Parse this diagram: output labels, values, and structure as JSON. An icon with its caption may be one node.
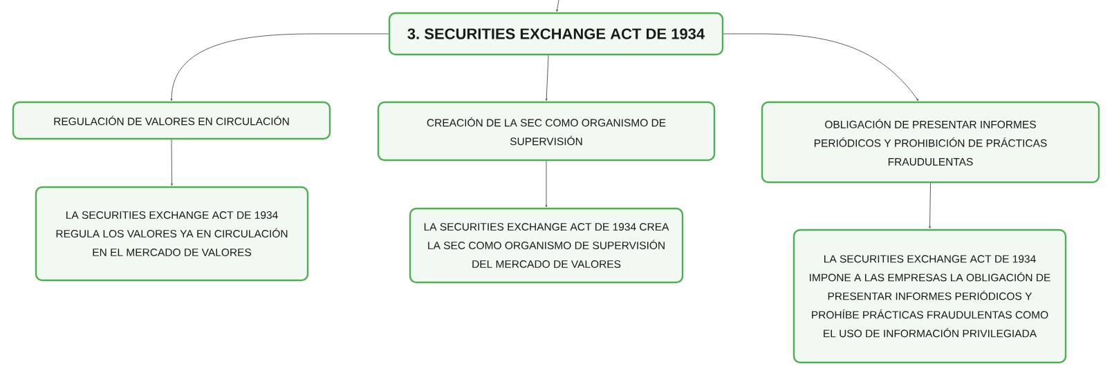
{
  "diagram": {
    "nodes": [
      {
        "text": [
          "3. SECURITIES EXCHANGE ACT DE 1934"
        ]
      },
      {
        "text": [
          "REGULACIÓN DE VALORES EN CIRCULACIÓN"
        ]
      },
      {
        "text": [
          "CREACIÓN DE LA SEC COMO ORGANISMO DE SUPERVISIÓN"
        ]
      },
      {
        "text": [
          "OBLIGACIÓN DE PRESENTAR INFORMES PERIÓDICOS Y PROHIBICIÓN DE PRÁCTICAS FRAUDULENTAS"
        ]
      },
      {
        "text": [
          "LA SECURITIES EXCHANGE ACT DE 1934 REGULA LOS VALORES YA EN CIRCULACIÓN EN EL MERCADO DE VALORES"
        ]
      },
      {
        "text": [
          "LA SECURITIES EXCHANGE ACT DE 1934 CREA LA SEC COMO ORGANISMO DE SUPERVISIÓN DEL MERCADO DE VALORES"
        ]
      },
      {
        "text": [
          "LA SECURITIES EXCHANGE ACT DE 1934 IMPONE A LAS EMPRESAS LA OBLIGACIÓN DE PRESENTAR INFORMES PERIÓDICOS Y PROHÍBE PRÁCTICAS FRAUDULENTAS COMO EL USO DE INFORMACIÓN PRIVILEGIADA"
        ]
      }
    ],
    "edges": [
      {
        "from": null,
        "to": 0,
        "arrow": "to"
      },
      {
        "from": 0,
        "to": 1,
        "arrow": "to"
      },
      {
        "from": 0,
        "to": 2,
        "arrow": "to"
      },
      {
        "from": 0,
        "to": 3,
        "arrow": "to"
      },
      {
        "from": 1,
        "to": 4,
        "arrow": "to"
      },
      {
        "from": 2,
        "to": 5,
        "arrow": "to"
      },
      {
        "from": 3,
        "to": 6,
        "arrow": "to"
      }
    ]
  }
}
